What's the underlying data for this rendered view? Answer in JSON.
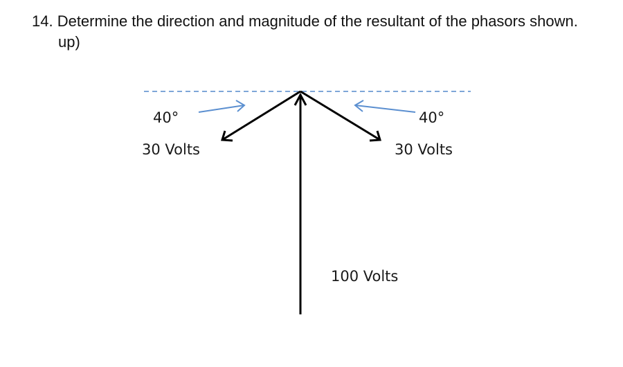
{
  "question": {
    "line1": "14. Determine the direction and magnitude of the resultant of the phasors shown.",
    "line2": "up)"
  },
  "diagram": {
    "phasors": [
      {
        "label": "100 Volts",
        "magnitude": 100,
        "direction": "up"
      },
      {
        "label": "30 Volts",
        "magnitude": 30,
        "angle_label": "40°",
        "side": "left",
        "angle_deg": 40
      },
      {
        "label": "30 Volts",
        "magnitude": 30,
        "angle_label": "40°",
        "side": "right",
        "angle_deg": 40
      }
    ],
    "colors": {
      "phasor": "#000000",
      "reference_line": "#7ea6d8",
      "angle_arrow": "#5b8fd0"
    }
  }
}
